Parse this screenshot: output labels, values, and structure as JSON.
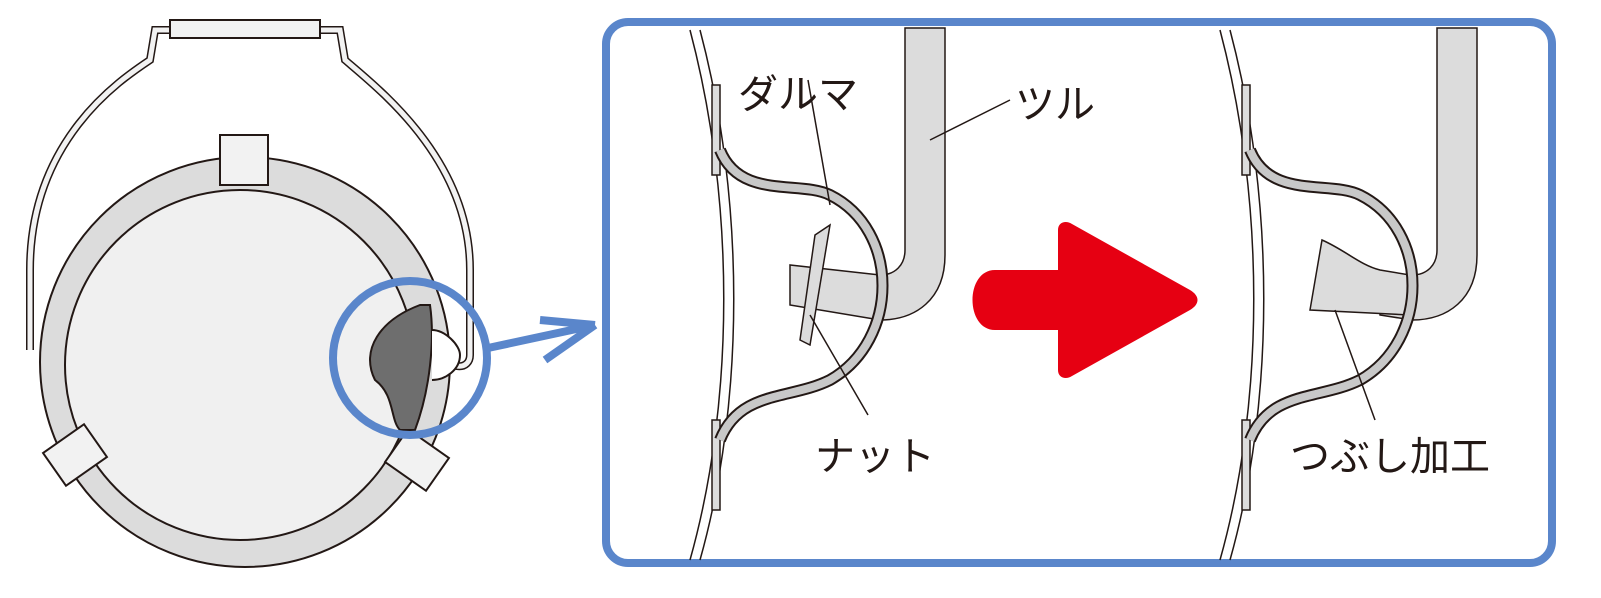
{
  "labels": {
    "daruma": "ダルマ",
    "tsuru": "ツル",
    "nut": "ナット",
    "crimp": "つぶし加工"
  },
  "colors": {
    "accent_blue": "#5a86cb",
    "arrow_red": "#e60012",
    "part_gray": "#dcdcdc",
    "lens_dark": "#6e6e6e"
  }
}
